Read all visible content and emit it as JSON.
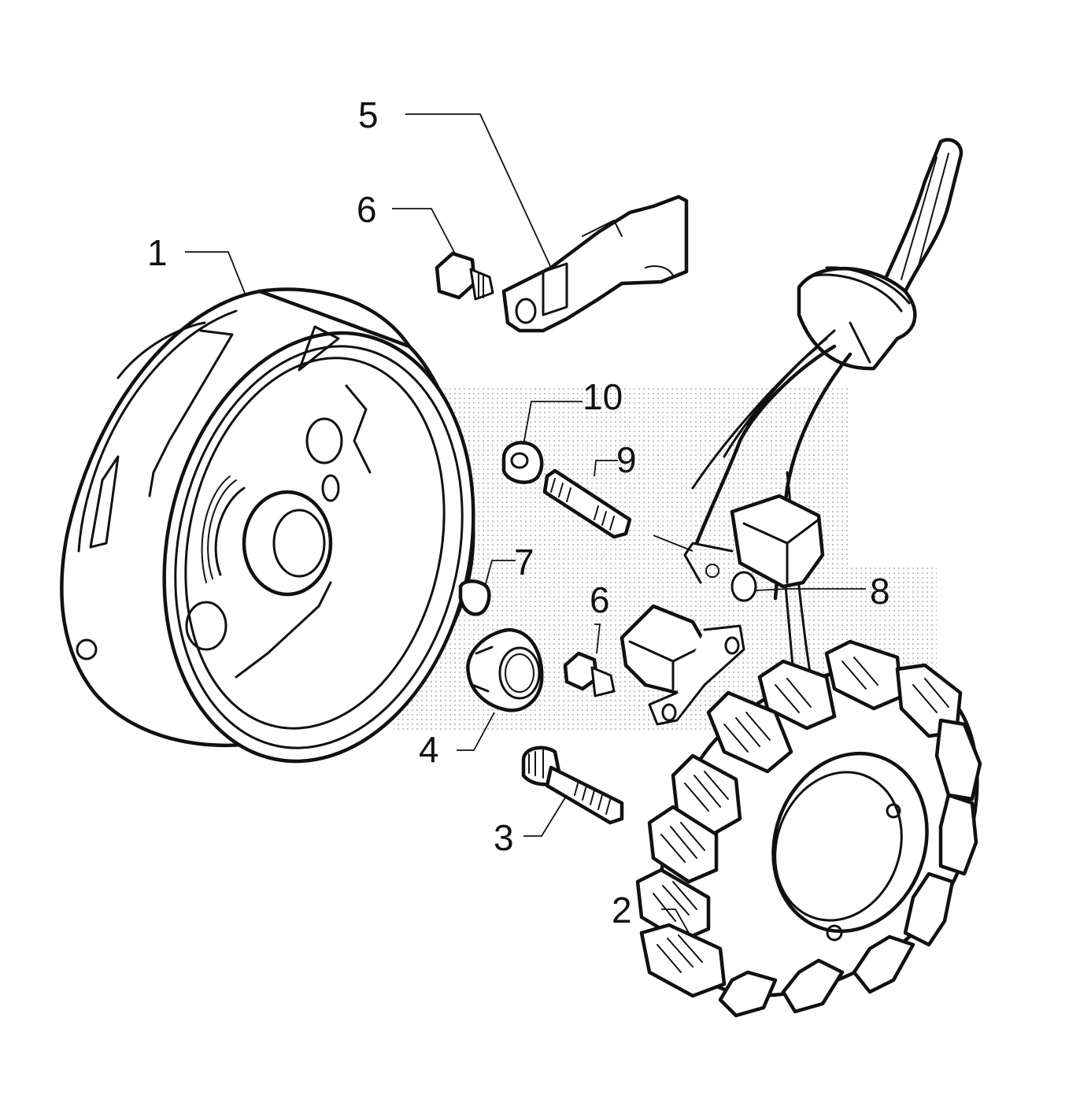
{
  "diagram": {
    "callouts": [
      {
        "id": "1",
        "label": "1"
      },
      {
        "id": "2",
        "label": "2"
      },
      {
        "id": "3",
        "label": "3"
      },
      {
        "id": "4",
        "label": "4"
      },
      {
        "id": "5",
        "label": "5"
      },
      {
        "id": "6a",
        "label": "6"
      },
      {
        "id": "6b",
        "label": "6"
      },
      {
        "id": "7",
        "label": "7"
      },
      {
        "id": "8",
        "label": "8"
      },
      {
        "id": "9",
        "label": "9"
      },
      {
        "id": "10",
        "label": "10"
      }
    ]
  }
}
